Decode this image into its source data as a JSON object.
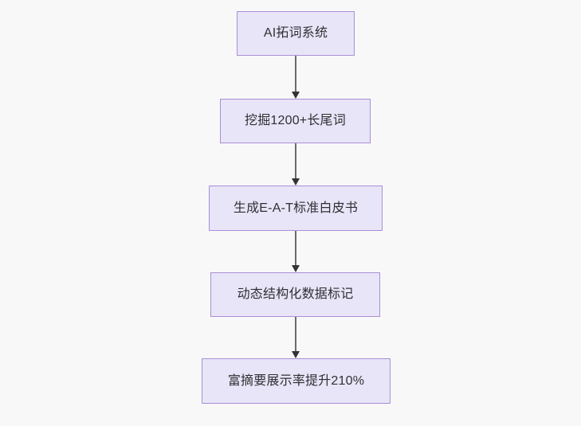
{
  "diagram": {
    "type": "flowchart",
    "direction": "top-to-bottom",
    "background_color": "#f8f8f9",
    "node_fill_color": "#e8e5f8",
    "node_border_color": "#a98fd4",
    "node_text_color": "#2f2f33",
    "edge_color": "#6b6b6b",
    "arrowhead_color": "#333333",
    "nodes": [
      {
        "id": "node-1",
        "label": "AI拓词系统"
      },
      {
        "id": "node-2",
        "label": "挖掘1200+长尾词"
      },
      {
        "id": "node-3",
        "label": "生成E-A-T标准白皮书"
      },
      {
        "id": "node-4",
        "label": "动态结构化数据标记"
      },
      {
        "id": "node-5",
        "label": "富摘要展示率提升210%"
      }
    ],
    "edges": [
      {
        "id": "edge-1",
        "from": "node-1",
        "to": "node-2",
        "arrow": "down-arrow"
      },
      {
        "id": "edge-2",
        "from": "node-2",
        "to": "node-3",
        "arrow": "down-arrow"
      },
      {
        "id": "edge-3",
        "from": "node-3",
        "to": "node-4",
        "arrow": "down-arrow"
      },
      {
        "id": "edge-4",
        "from": "node-4",
        "to": "node-5",
        "arrow": "down-arrow"
      }
    ]
  }
}
